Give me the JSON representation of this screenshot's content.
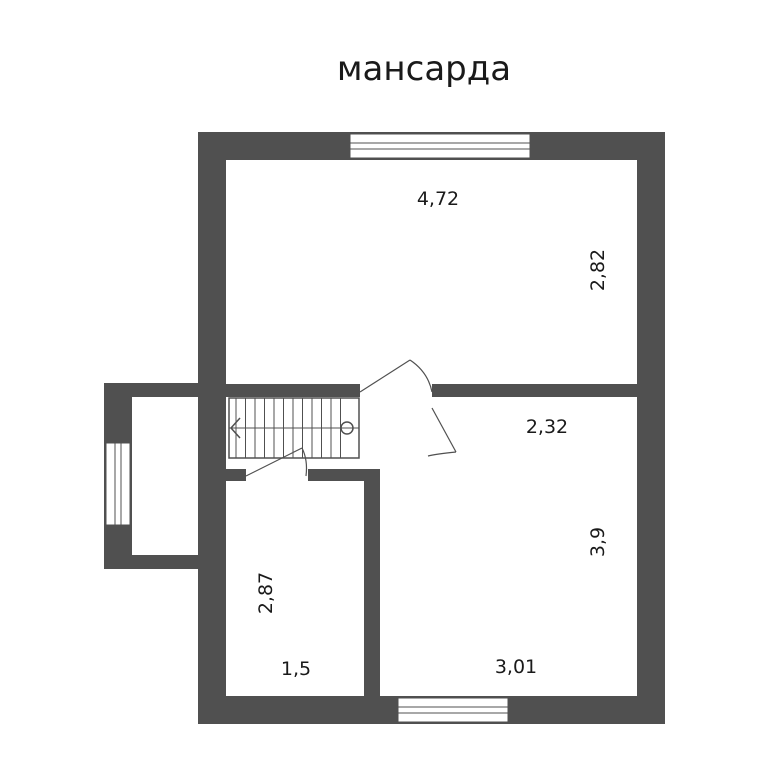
{
  "title": "мансарда",
  "colors": {
    "wall": "#505050",
    "floor": "#ffffff",
    "text": "#1a1a1a"
  },
  "rooms": {
    "top_room": {
      "width": "4,72",
      "depth": "2,82"
    },
    "right_room": {
      "width": "2,32",
      "depth": "3,9",
      "bottom_width": "3,01"
    },
    "left_room": {
      "depth": "2,87",
      "width": "1,5"
    }
  }
}
